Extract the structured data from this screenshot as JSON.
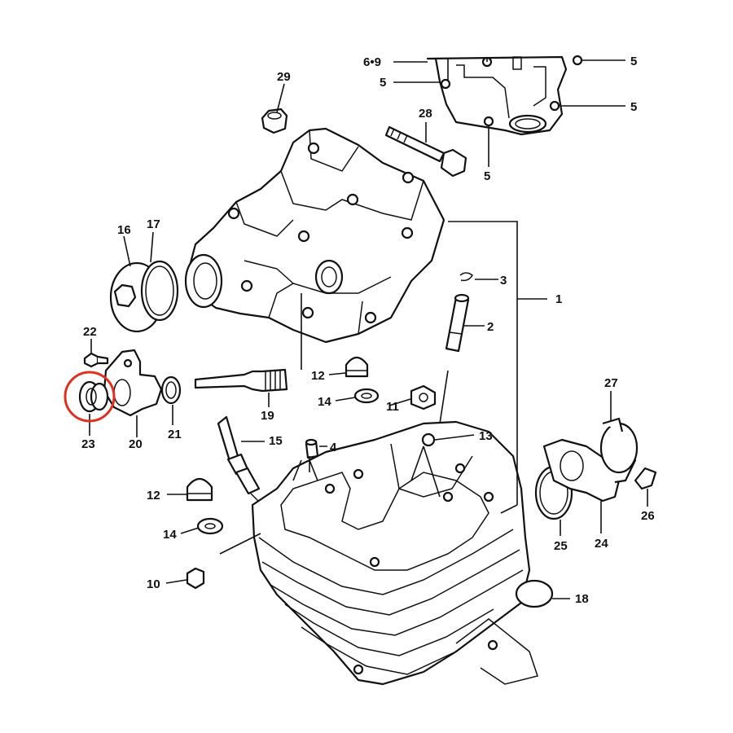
{
  "diagram": {
    "highlight_color": "#e0301e",
    "highlighted_part": "23",
    "callouts": [
      {
        "id": "c1",
        "label": "1"
      },
      {
        "id": "c2",
        "label": "2"
      },
      {
        "id": "c3",
        "label": "3"
      },
      {
        "id": "c4",
        "label": "4"
      },
      {
        "id": "c5a",
        "label": "5"
      },
      {
        "id": "c5b",
        "label": "5"
      },
      {
        "id": "c5c",
        "label": "5"
      },
      {
        "id": "c5d",
        "label": "5"
      },
      {
        "id": "c69",
        "label": "6•9"
      },
      {
        "id": "c10",
        "label": "10"
      },
      {
        "id": "c11",
        "label": "11"
      },
      {
        "id": "c12a",
        "label": "12"
      },
      {
        "id": "c12b",
        "label": "12"
      },
      {
        "id": "c13",
        "label": "13"
      },
      {
        "id": "c14a",
        "label": "14"
      },
      {
        "id": "c14b",
        "label": "14"
      },
      {
        "id": "c15",
        "label": "15"
      },
      {
        "id": "c16",
        "label": "16"
      },
      {
        "id": "c17",
        "label": "17"
      },
      {
        "id": "c18",
        "label": "18"
      },
      {
        "id": "c19",
        "label": "19"
      },
      {
        "id": "c20",
        "label": "20"
      },
      {
        "id": "c21",
        "label": "21"
      },
      {
        "id": "c22",
        "label": "22"
      },
      {
        "id": "c23",
        "label": "23"
      },
      {
        "id": "c24",
        "label": "24"
      },
      {
        "id": "c25",
        "label": "25"
      },
      {
        "id": "c26",
        "label": "26"
      },
      {
        "id": "c27",
        "label": "27"
      },
      {
        "id": "c28",
        "label": "28"
      },
      {
        "id": "c29",
        "label": "29"
      }
    ]
  }
}
